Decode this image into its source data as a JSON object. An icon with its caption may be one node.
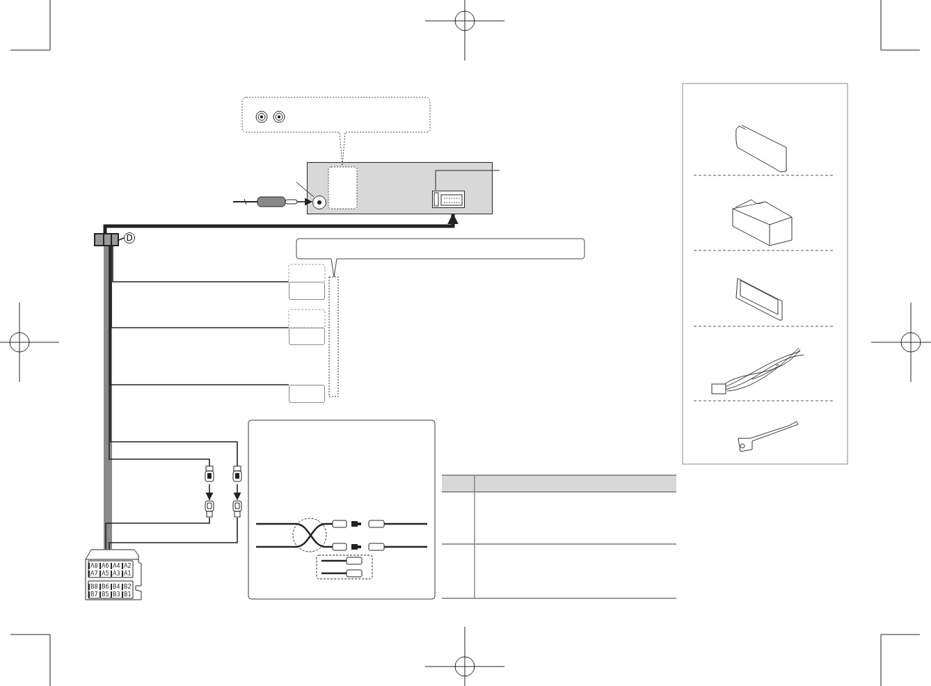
{
  "diagram": {
    "nodes": [
      {
        "text": [],
        "shape": "box"
      },
      {
        "text": [],
        "shape": "box"
      },
      {
        "text": [
          "D"
        ]
      },
      {
        "text": [],
        "shape": "box"
      },
      {
        "text": [],
        "shape": "picture"
      },
      {
        "text": [],
        "shape": "circle",
        "in": 0
      },
      {
        "text": [],
        "shape": "box"
      },
      {
        "text": [],
        "shape": "box"
      },
      {
        "text": [],
        "shape": "box"
      },
      {
        "text": [],
        "shape": "picture"
      },
      {
        "text": [],
        "shape": "picture"
      },
      {
        "text": [],
        "shape": "picture"
      },
      {
        "text": [],
        "shape": "picture"
      },
      {
        "text": [],
        "shape": "box"
      },
      {
        "text": [],
        "shape": "box"
      },
      {
        "text": [],
        "shape": "box",
        "in": 0
      }
    ],
    "edges": [
      {
        "from": 1,
        "to": 0,
        "arrow": "to",
        "style": "thick"
      },
      {
        "from": 2,
        "to": 1,
        "arrow": "none"
      },
      {
        "from": 4,
        "to": 5,
        "arrow": "to"
      },
      {
        "from": 1,
        "to": 3,
        "arrow": "none",
        "style": "thick",
        "color": "#8a8a8a"
      },
      {
        "from": 1,
        "to": 6,
        "arrow": "none"
      },
      {
        "from": 1,
        "to": 7,
        "arrow": "none"
      },
      {
        "from": 1,
        "to": 8,
        "arrow": "none"
      },
      {
        "from": 1,
        "to": 9,
        "arrow": "none"
      },
      {
        "from": 1,
        "to": 10,
        "arrow": "none"
      },
      {
        "from": 9,
        "to": 11,
        "arrow": "to"
      },
      {
        "from": 10,
        "to": 12,
        "arrow": "to"
      },
      {
        "from": 11,
        "to": 3,
        "arrow": "none"
      },
      {
        "from": 12,
        "to": 3,
        "arrow": "none"
      },
      {
        "from": null,
        "to": 5,
        "arrow": "none"
      },
      {
        "from": 15,
        "to": null,
        "arrow": "none"
      }
    ],
    "labels": [
      "A8",
      "A6",
      "A4",
      "A2",
      "A7",
      "A5",
      "A3",
      "A1",
      "B8",
      "B6",
      "B4",
      "B2",
      "B7",
      "B5",
      "B3",
      "B1"
    ]
  }
}
